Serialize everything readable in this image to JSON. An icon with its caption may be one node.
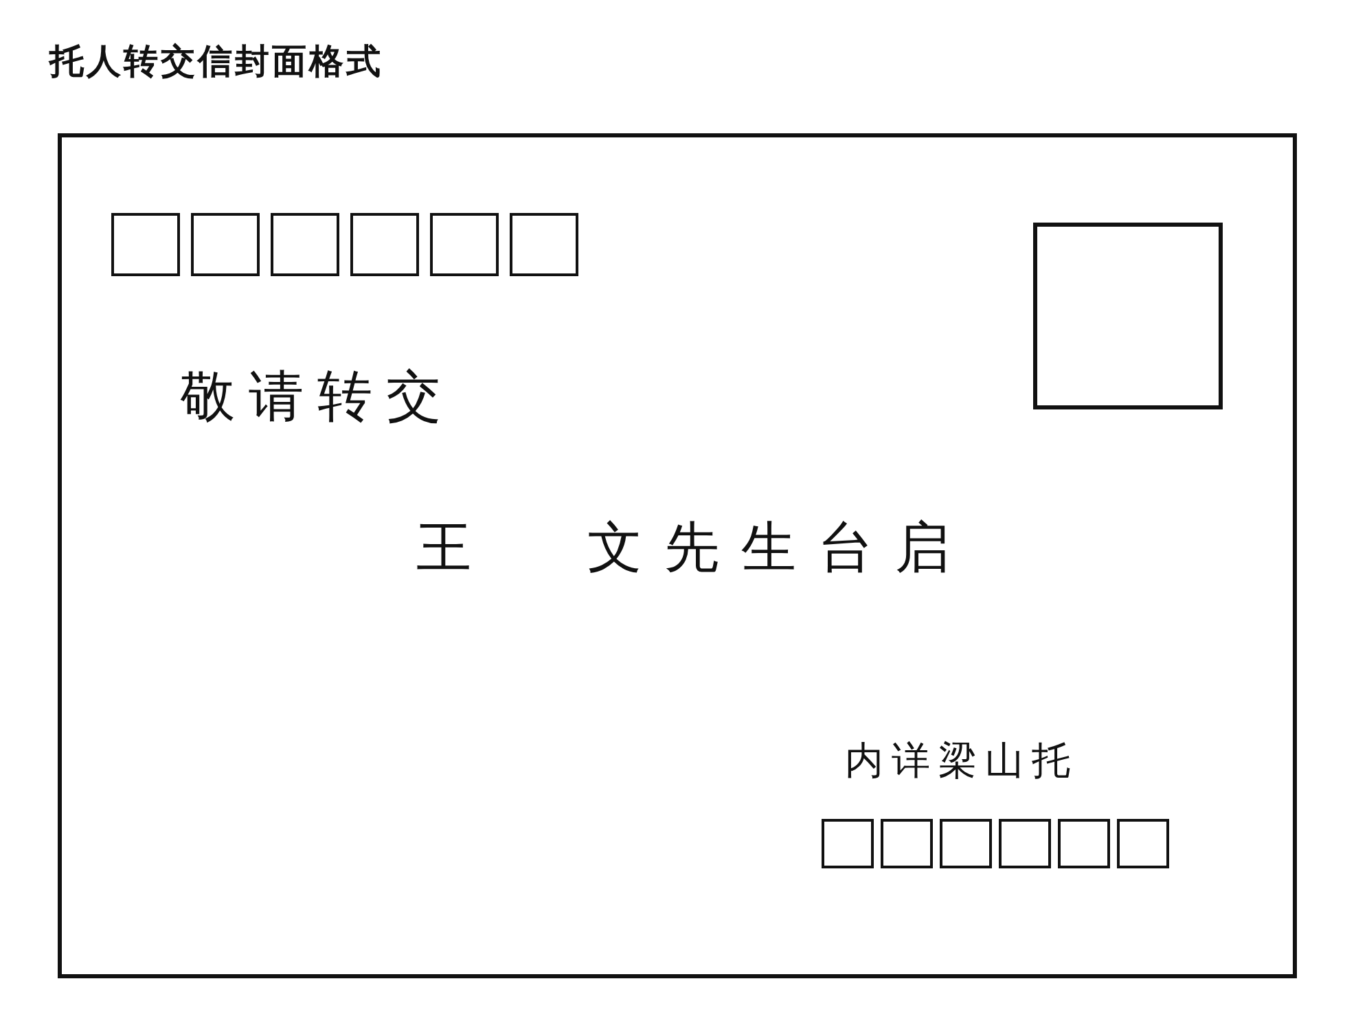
{
  "diagram": {
    "title": "托人转交信封面格式",
    "nodes": [
      {
        "text": [
          "敬请转交",
          "王 文先生台启",
          "内详梁山托"
        ]
      },
      {
        "text": [],
        "shape": "box",
        "in": 0
      },
      {
        "text": [],
        "shape": "box",
        "in": 0
      },
      {
        "text": [],
        "shape": "box",
        "in": 0
      },
      {
        "text": [],
        "shape": "box",
        "in": 0
      },
      {
        "text": [],
        "shape": "box",
        "in": 0
      },
      {
        "text": [],
        "shape": "box",
        "in": 0
      },
      {
        "text": [],
        "shape": "box",
        "in": 0
      },
      {
        "text": [],
        "shape": "box",
        "in": 0
      },
      {
        "text": [],
        "shape": "box",
        "in": 0
      },
      {
        "text": [],
        "shape": "box",
        "in": 0
      },
      {
        "text": [],
        "shape": "box",
        "in": 0
      },
      {
        "text": [],
        "shape": "box",
        "in": 0
      },
      {
        "text": [],
        "shape": "box",
        "in": 0
      }
    ]
  }
}
